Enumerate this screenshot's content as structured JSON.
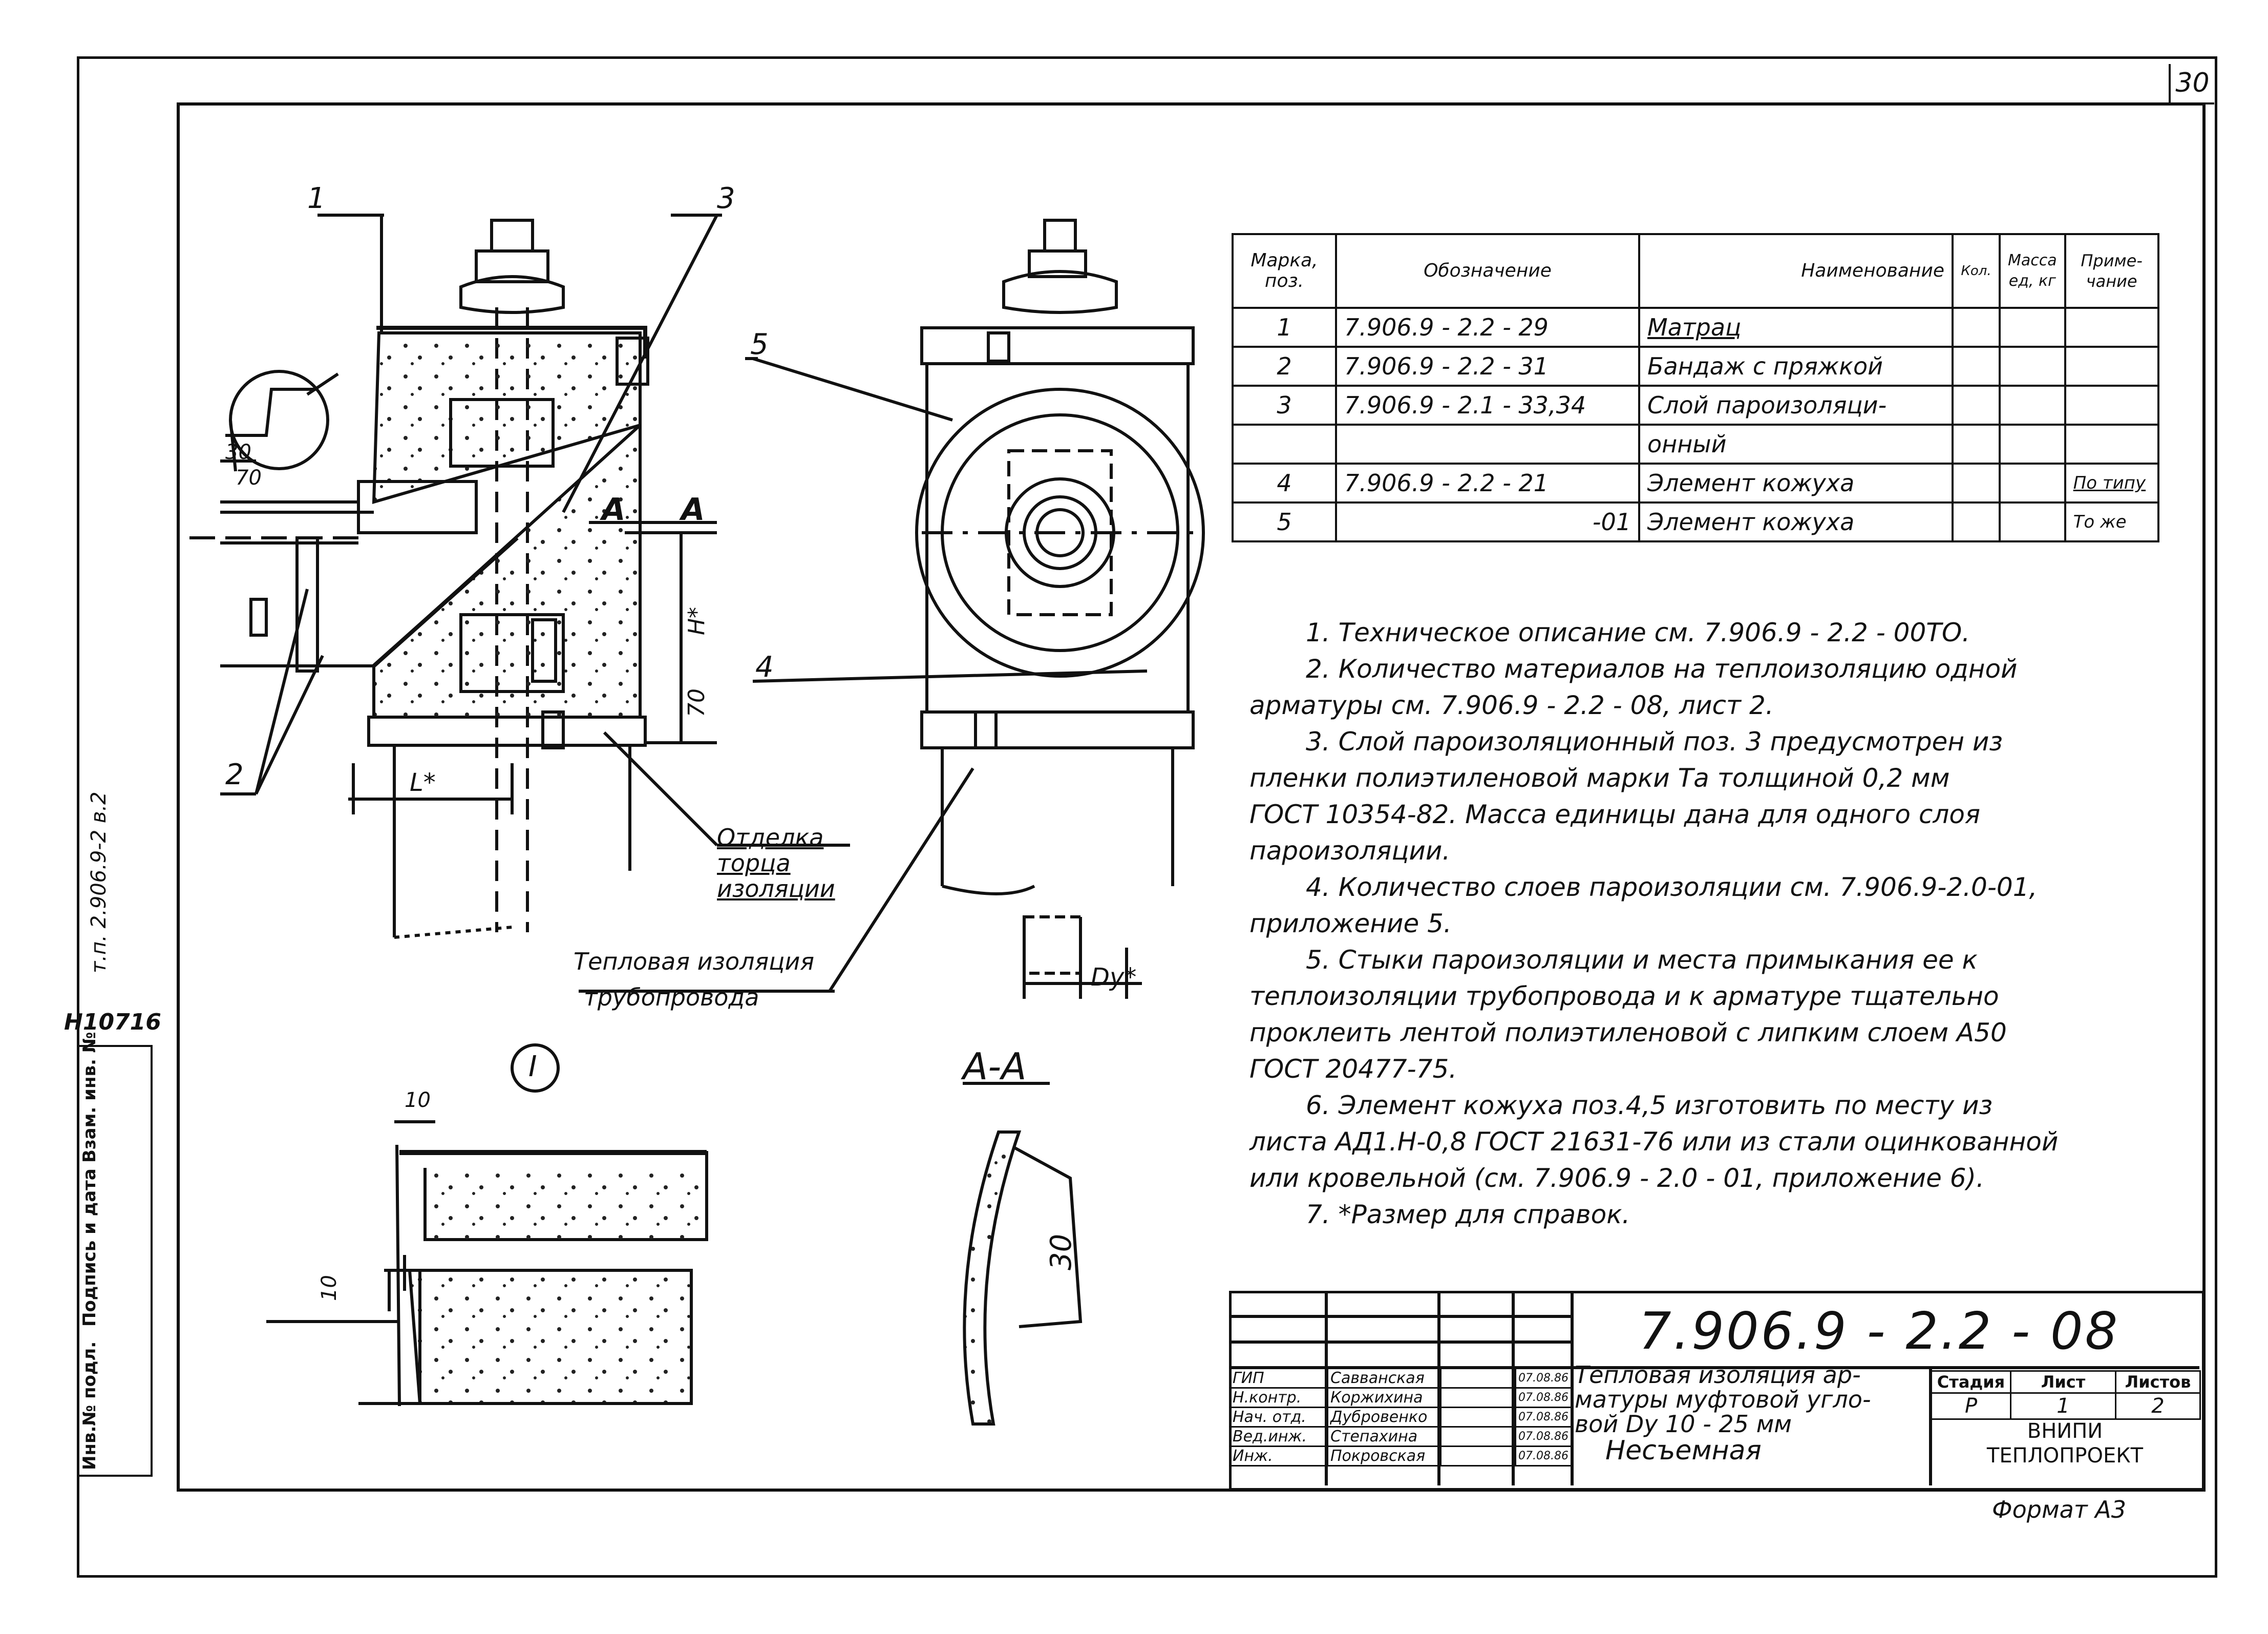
{
  "page_number": "30",
  "side": {
    "code": "т.п. 2.906.9-2 в.2",
    "inv": "Н10716",
    "stamp_cells": [
      "Инв.№ подл.",
      "Подпись и дата",
      "Взам. инв. №"
    ]
  },
  "drawing": {
    "section_mark_left": "А",
    "section_mark_right": "А",
    "callout_numbers": [
      "1",
      "2",
      "3",
      "4",
      "5"
    ],
    "dim_30": "30",
    "dim_70_top": "70",
    "dim_70_side": "70",
    "dim_h": "H*",
    "dim_l": "L*",
    "dim_dy": "Dy*",
    "dim_10_top": "10",
    "dim_10_side": "10",
    "dim_30_section": "30",
    "label_finish": "Отделка торца изоляции",
    "label_pipe_insulation_1": "Тепловая изоляция",
    "label_pipe_insulation_2": "трубопровода",
    "detail_label": "I",
    "section_label": "А-А"
  },
  "spec_table": {
    "headers": [
      "Марка, поз.",
      "Обозначение",
      "Наименование",
      "Кол.",
      "Масса ед, кг",
      "Приме-чание"
    ],
    "rows": [
      {
        "pos": "1",
        "code": "7.906.9 - 2.2 - 29",
        "name": "Матрац",
        "qty": "",
        "mass": "",
        "note": ""
      },
      {
        "pos": "2",
        "code": "7.906.9 - 2.2 - 31",
        "name": "Бандаж с пряжкой",
        "qty": "",
        "mass": "",
        "note": ""
      },
      {
        "pos": "3",
        "code": "7.906.9 - 2.1 - 33,34",
        "name": "Слой пароизоляци-",
        "qty": "",
        "mass": "",
        "note": ""
      },
      {
        "pos": "",
        "code": "",
        "name": "онный",
        "qty": "",
        "mass": "",
        "note": ""
      },
      {
        "pos": "4",
        "code": "7.906.9 - 2.2 - 21",
        "name": "Элемент кожуха",
        "qty": "",
        "mass": "",
        "note": "По типу"
      },
      {
        "pos": "5",
        "code": "-01",
        "name": "Элемент кожуха",
        "qty": "",
        "mass": "",
        "note": "То же"
      }
    ]
  },
  "notes": [
    {
      "text": "1. Техническое описание  см. 7.906.9 - 2.2 - 00ТО.",
      "indent": true
    },
    {
      "text": "2. Количество материалов на теплоизоляцию одной",
      "indent": true
    },
    {
      "text": "арматуры  см. 7.906.9 - 2.2 - 08,  лист 2.",
      "indent": false
    },
    {
      "text": "3. Слой пароизоляционный поз. 3 предусмотрен из",
      "indent": true
    },
    {
      "text": "пленки полиэтиленовой марки Та толщиной 0,2 мм",
      "indent": false
    },
    {
      "text": "ГОСТ 10354-82. Масса единицы дана для одного слоя",
      "indent": false
    },
    {
      "text": "пароизоляции.",
      "indent": false
    },
    {
      "text": "4. Количество слоев пароизоляции см. 7.906.9-2.0-01,",
      "indent": true
    },
    {
      "text": "приложение 5.",
      "indent": false
    },
    {
      "text": "5. Стыки пароизоляции и места примыкания ее к",
      "indent": true
    },
    {
      "text": "теплоизоляции трубопровода и к арматуре тщательно",
      "indent": false
    },
    {
      "text": "проклеить лентой полиэтиленовой с липким слоем А50",
      "indent": false
    },
    {
      "text": "ГОСТ 20477-75.",
      "indent": false
    },
    {
      "text": "6. Элемент кожуха поз.4,5 изготовить по месту из",
      "indent": true
    },
    {
      "text": "листа АД1.Н-0,8 ГОСТ 21631-76  или из стали оцинкованной",
      "indent": false
    },
    {
      "text": "или кровельной  (см. 7.906.9 - 2.0 - 01, приложение 6).",
      "indent": false
    },
    {
      "text": "7. *Размер для справок.",
      "indent": true
    }
  ],
  "title_block": {
    "doc_number": "7.906.9 - 2.2 - 08",
    "title_lines": [
      "Тепловая изоляция ар-",
      "матуры муфтовой угло-",
      "вой  Dy   10 - 25 мм",
      "Несъемная"
    ],
    "signatures": [
      {
        "role": "ГИП",
        "name": "Савванская",
        "sign": "",
        "date": "07.08.86"
      },
      {
        "role": "Н.контр.",
        "name": "Коржихина",
        "sign": "",
        "date": "07.08.86"
      },
      {
        "role": "Нач. отд.",
        "name": "Дубровенко",
        "sign": "",
        "date": "07.08.86"
      },
      {
        "role": "Вед.инж.",
        "name": "Степахина",
        "sign": "",
        "date": "07.08.86"
      },
      {
        "role": "Инж.",
        "name": "Покровская",
        "sign": "",
        "date": "07.08.86"
      }
    ],
    "stage_headers": [
      "Стадия",
      "Лист",
      "Листов"
    ],
    "stage_values": [
      "Р",
      "1",
      "2"
    ],
    "org_lines": [
      "ВНИПИ",
      "ТЕПЛОПРОЕКТ"
    ],
    "format": "Формат А3"
  }
}
